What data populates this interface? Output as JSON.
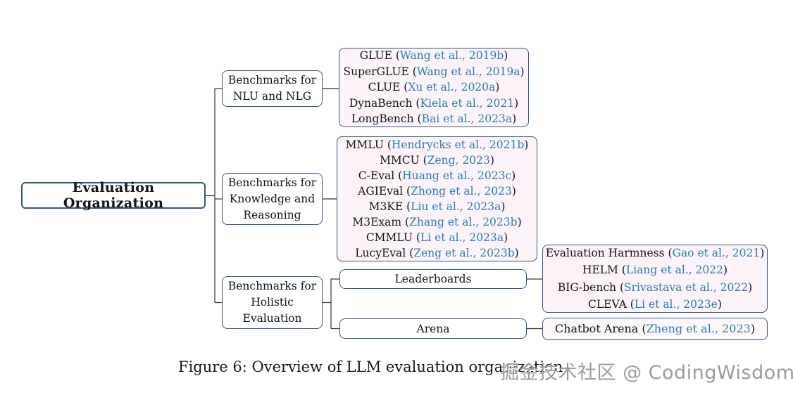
{
  "punct": {
    "open": " (",
    "close": ")"
  },
  "root": {
    "label": "Evaluation Organization"
  },
  "branches": {
    "nlu": {
      "label": "Benchmarks for\nNLU and NLG"
    },
    "knowledge": {
      "label": "Benchmarks for\nKnowledge and\nReasoning"
    },
    "holistic": {
      "label": "Benchmarks for\nHolistic\nEvaluation"
    }
  },
  "nlu_items": [
    {
      "name": "GLUE",
      "cite": "Wang et al., 2019b"
    },
    {
      "name": "SuperGLUE",
      "cite": "Wang et al., 2019a"
    },
    {
      "name": "CLUE",
      "cite": "Xu et al., 2020a"
    },
    {
      "name": "DynaBench",
      "cite": "Kiela et al., 2021"
    },
    {
      "name": "LongBench",
      "cite": "Bai et al., 2023a"
    }
  ],
  "knowledge_items": [
    {
      "name": "MMLU",
      "cite": "Hendrycks et al., 2021b"
    },
    {
      "name": "MMCU",
      "cite": "Zeng, 2023"
    },
    {
      "name": "C-Eval",
      "cite": "Huang et al., 2023c"
    },
    {
      "name": "AGIEval",
      "cite": "Zhong et al., 2023"
    },
    {
      "name": "M3KE",
      "cite": "Liu et al., 2023a"
    },
    {
      "name": "M3Exam",
      "cite": "Zhang et al., 2023b"
    },
    {
      "name": "CMMLU",
      "cite": "Li et al., 2023a"
    },
    {
      "name": "LucyEval",
      "cite": "Zeng et al., 2023b"
    }
  ],
  "holistic_sub": {
    "leaderboards": {
      "label": "Leaderboards"
    },
    "arena": {
      "label": "Arena"
    }
  },
  "leaderboard_items": [
    {
      "name": "Evaluation Harmness",
      "cite": "Gao et al., 2021"
    },
    {
      "name": "HELM",
      "cite": "Liang et al., 2022"
    },
    {
      "name": "BIG-bench",
      "cite": "Srivastava et al., 2022"
    },
    {
      "name": "CLEVA",
      "cite": "Li et al., 2023e"
    }
  ],
  "arena_items": [
    {
      "name": "Chatbot Arena",
      "cite": "Zheng et al., 2023"
    }
  ],
  "caption": "Figure 6: Overview of LLM evaluation organization",
  "watermark": "掘金技术社区 @ CodingWisdom",
  "colors": {
    "box_border": "#33587e",
    "leaf_fill": "#fbf3f7",
    "citation_blue": "#2b7bbd",
    "connector": "#333333",
    "watermark_gray": "#9c9c9c"
  }
}
